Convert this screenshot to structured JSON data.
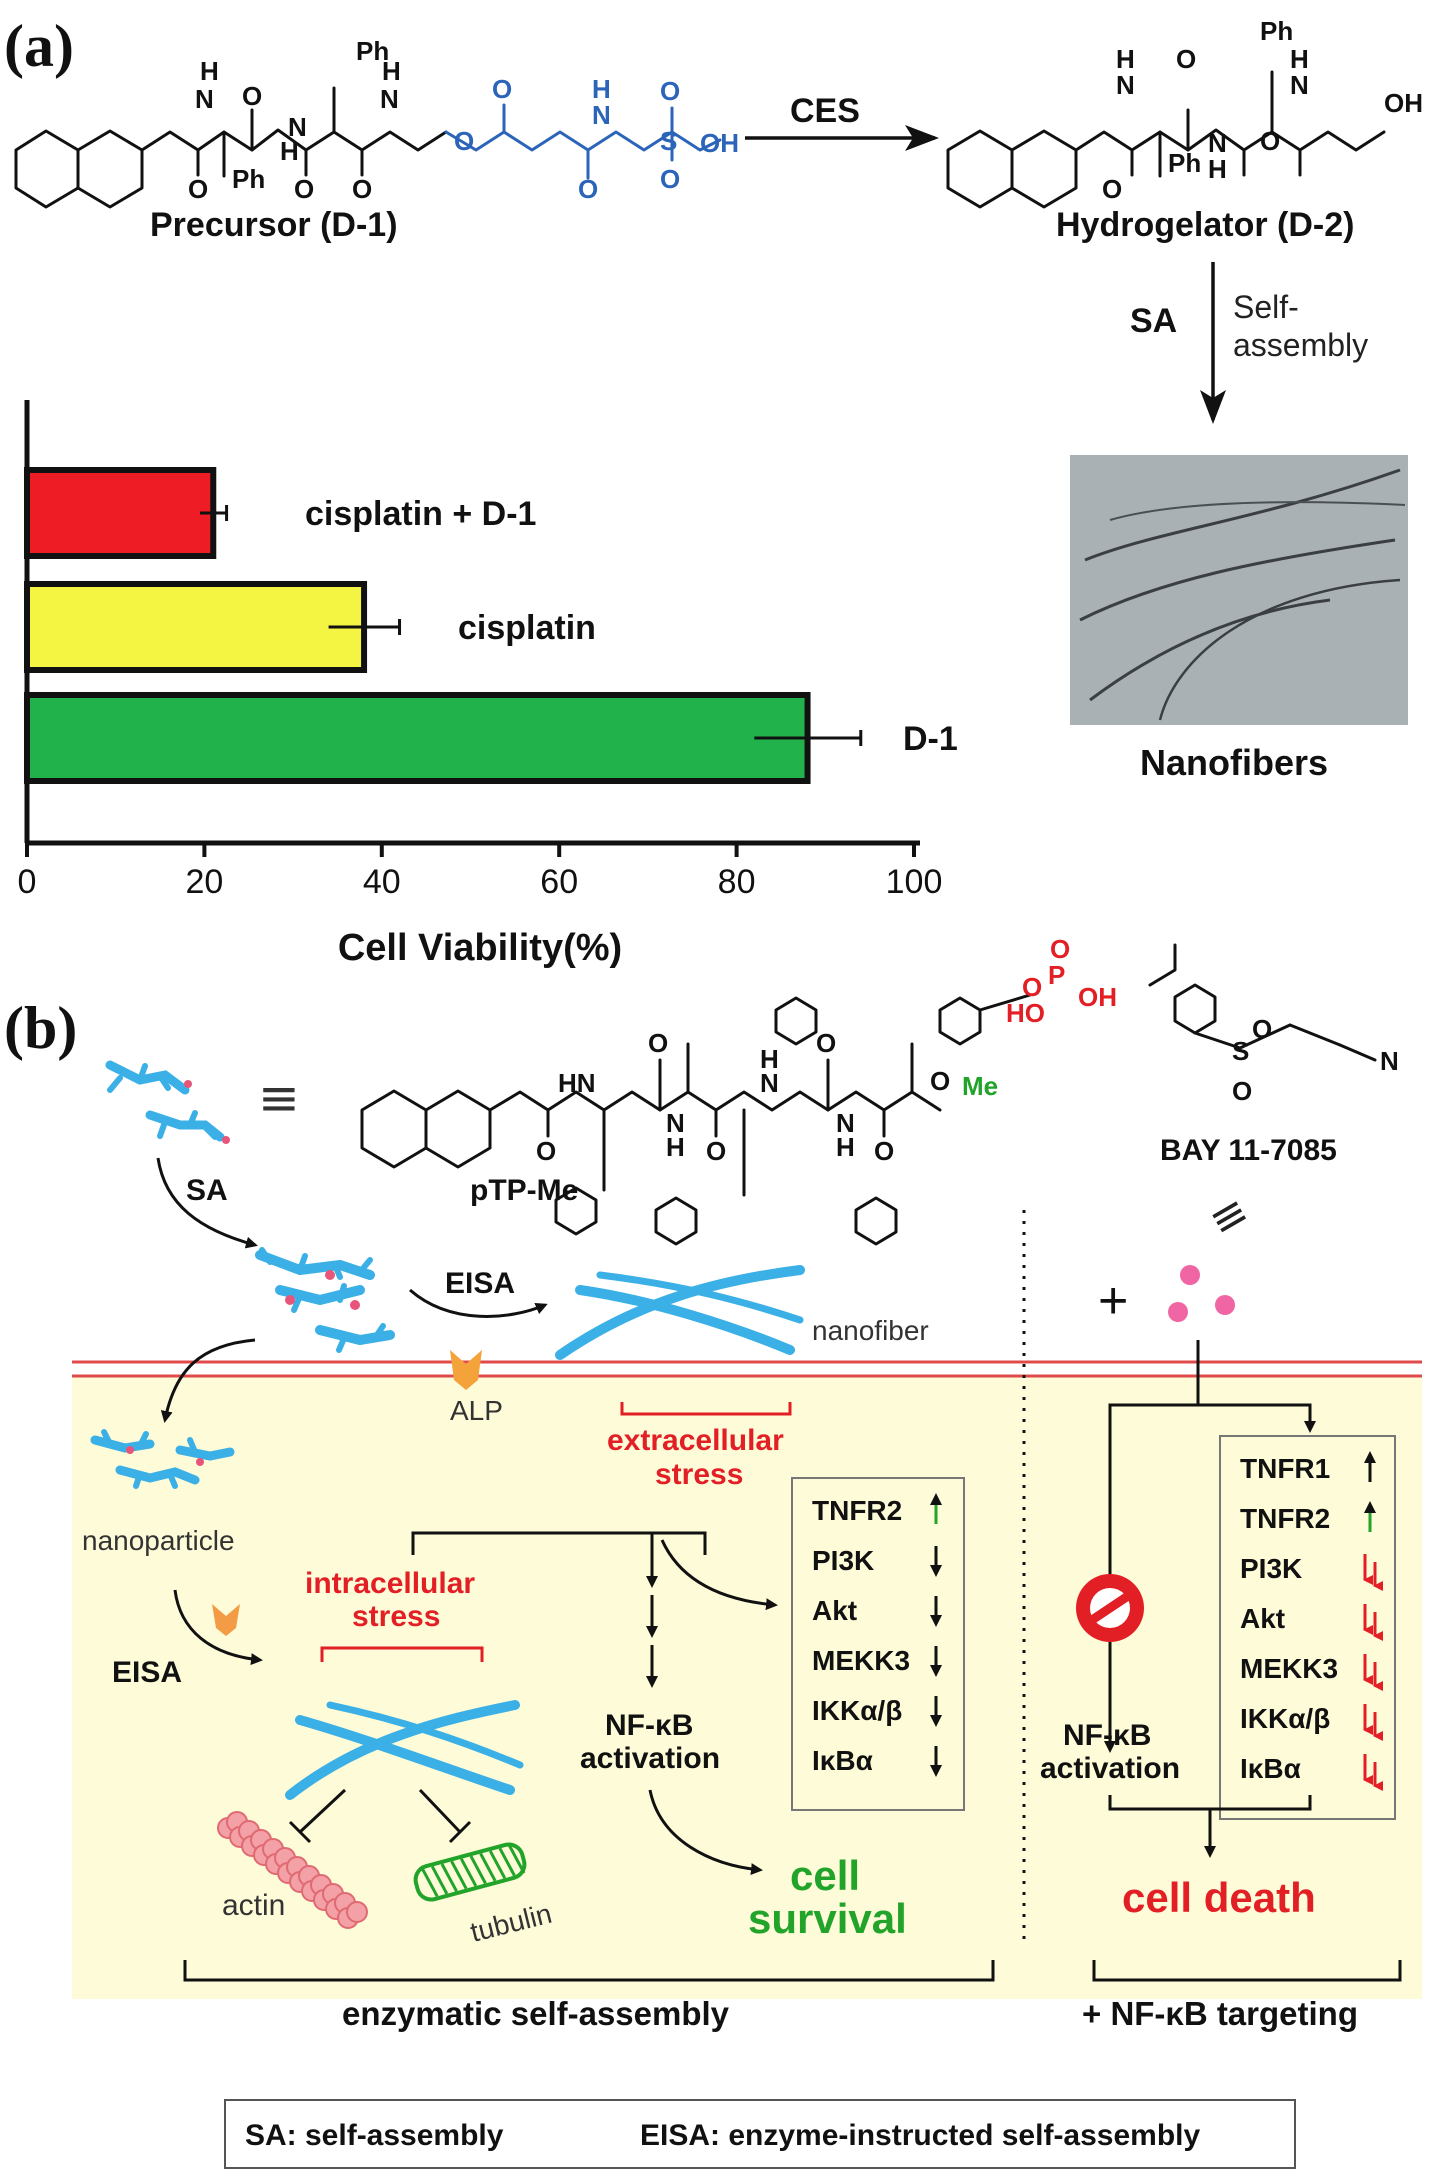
{
  "panel_a": {
    "label": "(a)",
    "precursor": "Precursor (D-1)",
    "hydrogelator": "Hydrogelator (D-2)",
    "ces": "CES",
    "sa": "SA",
    "self_assembly_1": "Self-",
    "self_assembly_2": "assembly",
    "nanofibers": "Nanofibers",
    "chem": {
      "H": "H",
      "N": "N",
      "O": "O",
      "Ph": "Ph",
      "OH": "OH",
      "S": "S"
    }
  },
  "chart_data": {
    "type": "bar",
    "orientation": "horizontal",
    "categories": [
      "cisplatin + D-1",
      "cisplatin",
      "D-1"
    ],
    "values": [
      21,
      38,
      88
    ],
    "errors": [
      1.5,
      4,
      6
    ],
    "colors": [
      "#ee1c24",
      "#f4f442",
      "#22b24c"
    ],
    "xlabel": "Cell Viability(%)",
    "xlim": [
      0,
      100
    ],
    "xticks": [
      0,
      20,
      40,
      60,
      80,
      100
    ]
  },
  "panel_b": {
    "label": "(b)",
    "equiv": "≡",
    "ptp": "pTP-Me",
    "bay": "BAY 11-7085",
    "sa": "SA",
    "eisa_top": "EISA",
    "nanofiber": "nanofiber",
    "alp": "ALP",
    "nanoparticle": "nanoparticle",
    "extracellular_1": "extracellular",
    "extracellular_2": "stress",
    "intracellular_1": "intracellular",
    "intracellular_2": "stress",
    "eisa_bottom": "EISA",
    "nfkb_left_1": "NF-κB",
    "nfkb_left_2": "activation",
    "actin": "actin",
    "tubulin": "tubulin",
    "cell_survival_1": "cell",
    "cell_survival_2": "survival",
    "plus": "+",
    "nfkb_right_1": "NF-κB",
    "nfkb_right_2": "activation",
    "cell_death": "cell death",
    "left_box": [
      "TNFR2",
      "PI3K",
      "Akt",
      "MEKK3",
      "IKKα/β",
      "IκBα"
    ],
    "right_box": [
      "TNFR1",
      "TNFR2",
      "PI3K",
      "Akt",
      "MEKK3",
      "IKKα/β",
      "IκBα"
    ],
    "bottom_left": "enzymatic self-assembly",
    "bottom_right": "+ NF-κB targeting",
    "chem": {
      "HN": "HN",
      "H": "H",
      "N": "N",
      "O": "O",
      "Me": "Me",
      "OH": "OH",
      "HO": "HO",
      "P": "P",
      "S": "S"
    },
    "colors": {
      "cell_bg": "#fdfbd8",
      "membrane": "#e04a4a",
      "red_text": "#e31f26",
      "green_text": "#22a32a",
      "fiber": "#3ab0e6"
    }
  },
  "legend": {
    "sa": "SA: self-assembly",
    "eisa": "EISA: enzyme-instructed self-assembly"
  }
}
